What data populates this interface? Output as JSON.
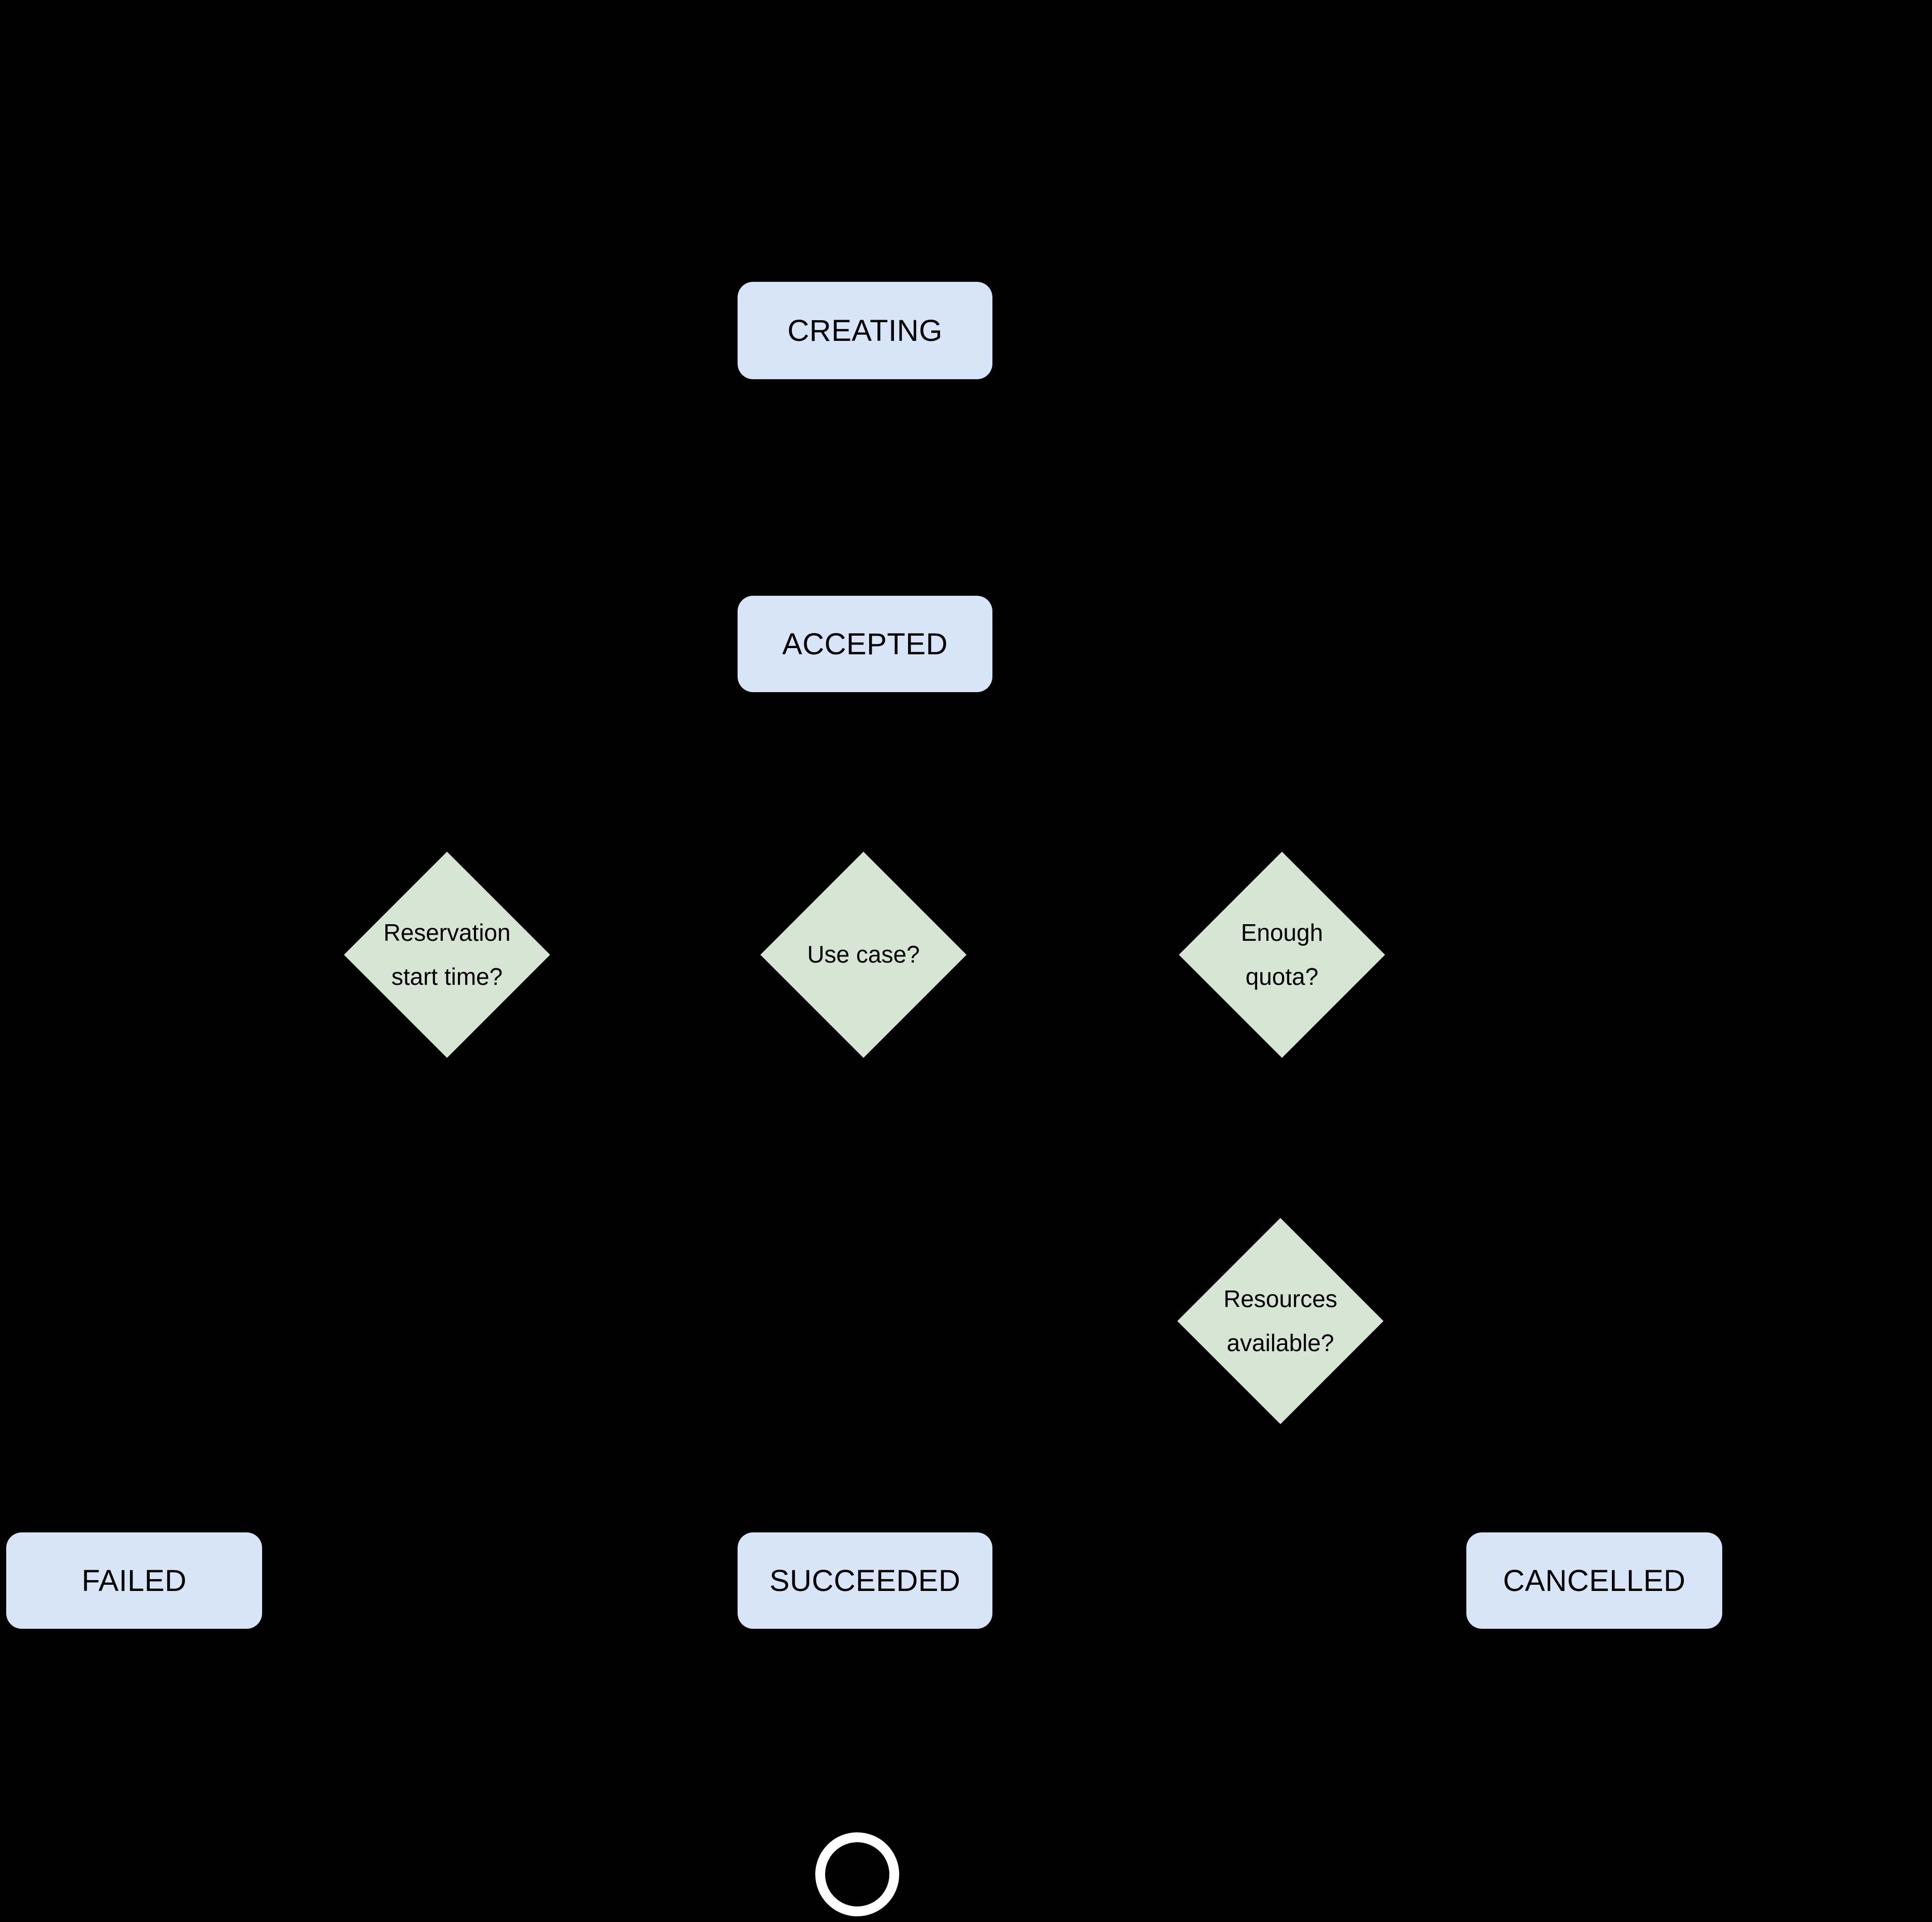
{
  "colors": {
    "canvas_bg": "#000000",
    "state_fill": "#d8e4f8",
    "decision_fill": "#d7e6d4",
    "text_color": "#000000",
    "terminal_ring": "#ffffff"
  },
  "nodes": {
    "creating": {
      "label": "CREATING"
    },
    "accepted": {
      "label": "ACCEPTED"
    },
    "reservation_start_time": {
      "lines": [
        "Reservation",
        "start time?"
      ]
    },
    "use_case": {
      "lines": [
        "Use case?"
      ]
    },
    "enough_quota": {
      "lines": [
        "Enough",
        "quota?"
      ]
    },
    "resources_available": {
      "lines": [
        "Resources",
        "available?"
      ]
    },
    "failed": {
      "label": "FAILED"
    },
    "succeeded": {
      "label": "SUCCEEDED"
    },
    "cancelled": {
      "label": "CANCELLED"
    }
  }
}
